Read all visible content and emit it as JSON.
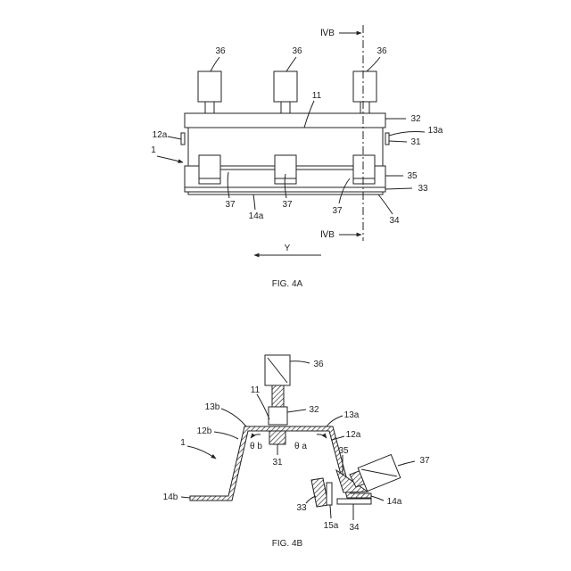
{
  "fig4a": {
    "label_36_left": "36",
    "label_36_mid": "36",
    "label_36_right": "36",
    "section_top": "ⅣB",
    "section_bottom": "ⅣB",
    "label_11": "11",
    "label_32": "32",
    "label_13a": "13a",
    "label_12a": "12a",
    "label_1": "1",
    "label_31": "31",
    "label_35": "35",
    "label_33": "33",
    "label_37_left": "37",
    "label_37_mid": "37",
    "label_37_right": "37",
    "label_14a": "14a",
    "label_34": "34",
    "direction_y": "Y",
    "caption": "FIG. 4A"
  },
  "fig4b": {
    "label_36": "36",
    "label_11": "11",
    "label_32": "32",
    "label_13b": "13b",
    "label_13a": "13a",
    "label_12b": "12b",
    "label_12a": "12a",
    "theta_b": "θ b",
    "theta_a": "θ a",
    "label_31": "31",
    "label_1": "1",
    "label_35": "35",
    "label_37": "37",
    "label_14b": "14b",
    "label_14a": "14a",
    "label_33": "33",
    "label_15a": "15a",
    "label_34": "34",
    "caption": "FIG. 4B"
  }
}
